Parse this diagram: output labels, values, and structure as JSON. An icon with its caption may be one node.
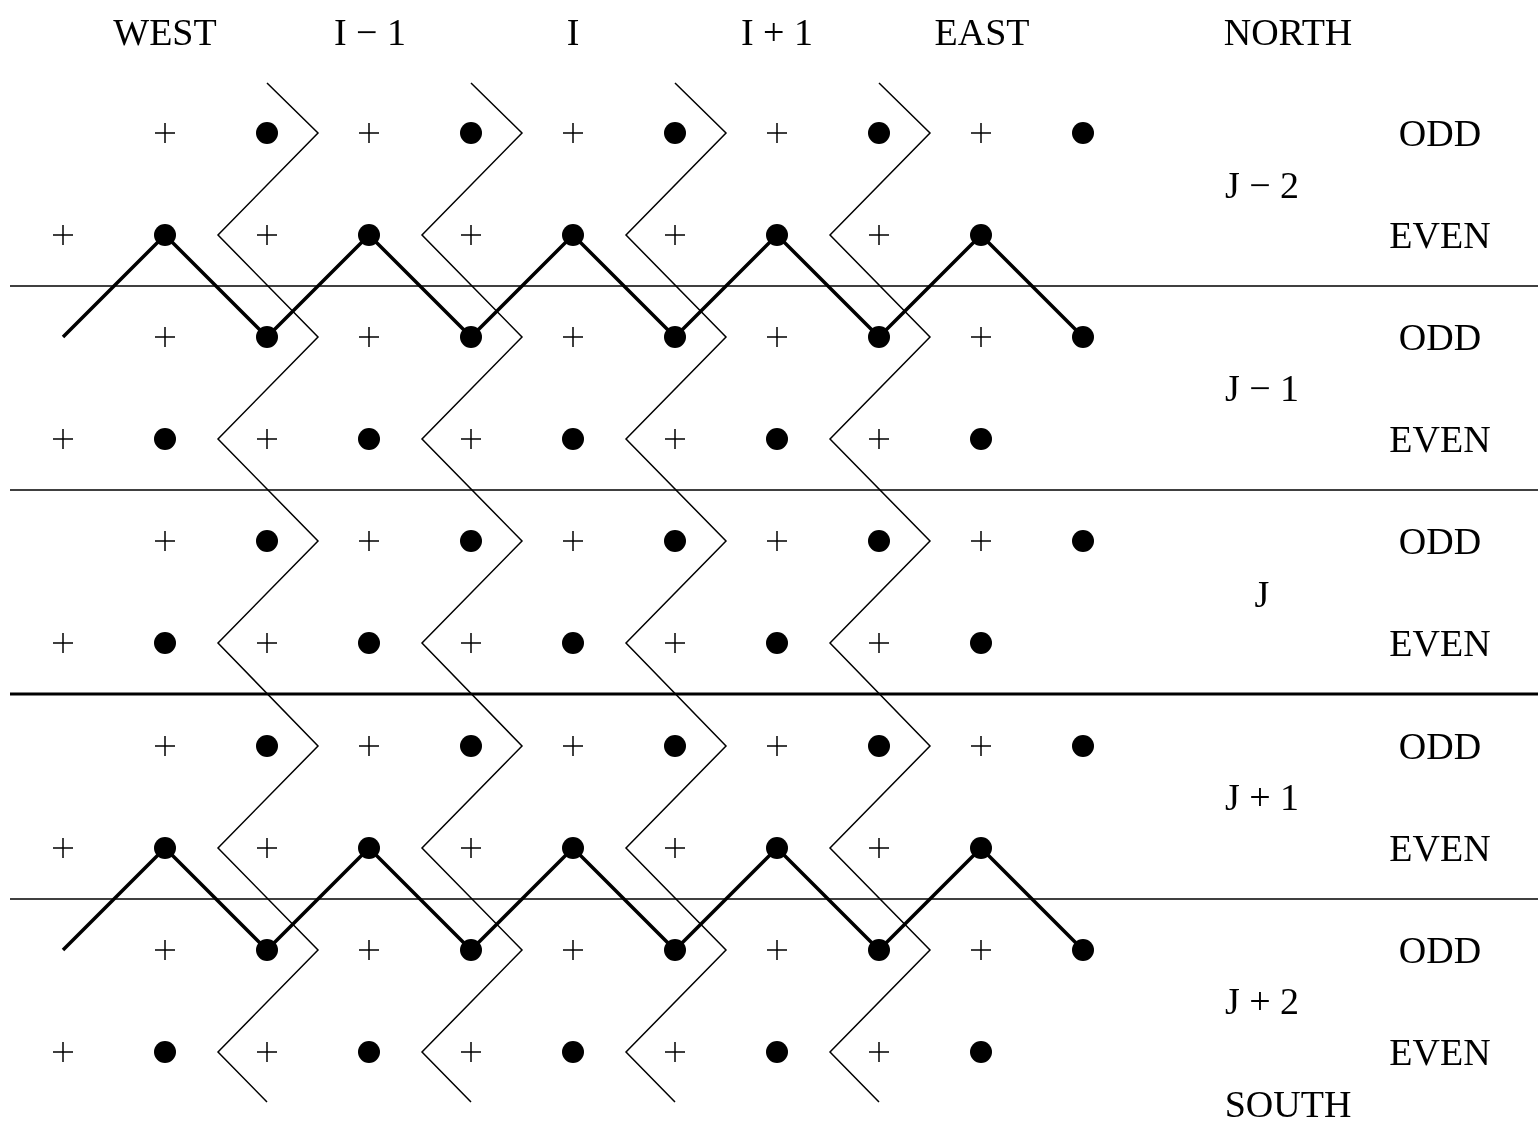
{
  "diagram": {
    "labels": [
      "WEST",
      "I − 1",
      "I",
      "I + 1",
      "EAST",
      "NORTH",
      "ODD",
      "J − 2",
      "EVEN",
      "ODD",
      "J − 1",
      "EVEN",
      "ODD",
      "J",
      "EVEN",
      "ODD",
      "J + 1",
      "EVEN",
      "ODD",
      "J + 2",
      "EVEN",
      "SOUTH"
    ]
  }
}
